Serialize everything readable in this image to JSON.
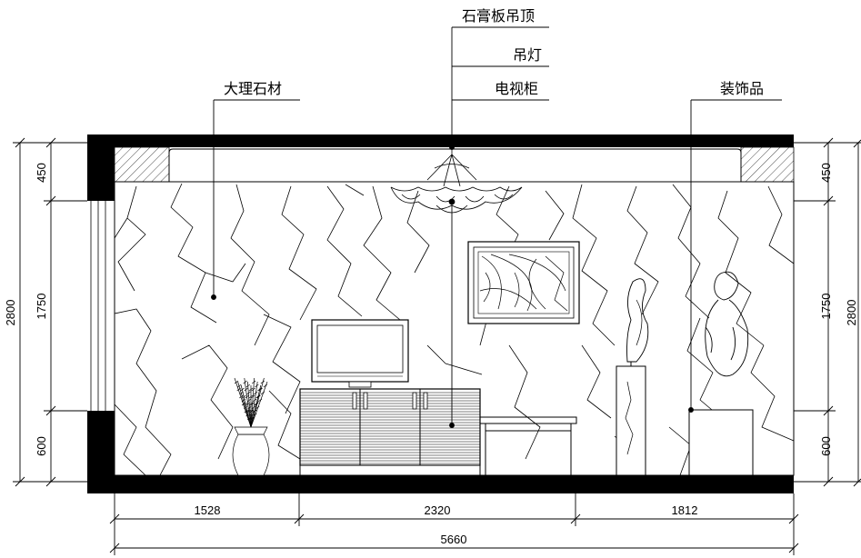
{
  "labels": {
    "ceiling": "石膏板吊顶",
    "chandelier": "吊灯",
    "tv_cabinet": "电视柜",
    "marble": "大理石材",
    "decor": "装饰品"
  },
  "dimensions": {
    "height_total": "2800",
    "height_top": "450",
    "height_mid": "1750",
    "height_bottom": "600",
    "width_left": "1528",
    "width_mid": "2320",
    "width_right": "1812",
    "width_total": "5660"
  }
}
